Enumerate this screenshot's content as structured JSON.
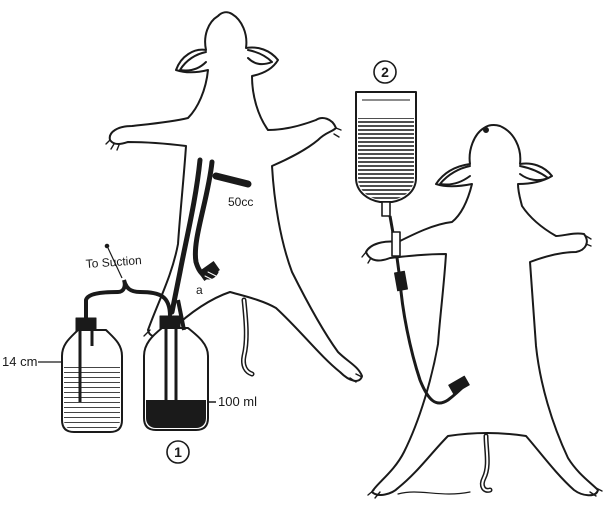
{
  "labels": {
    "to_suction": "To Suction",
    "cm": "14 cm",
    "cc": "50cc",
    "a": "a",
    "ml": "100 ml"
  },
  "steps": {
    "one": "1",
    "two": "2"
  },
  "colors": {
    "ink": "#1a1a1a",
    "paper": "#ffffff",
    "fluid": "#222222"
  }
}
